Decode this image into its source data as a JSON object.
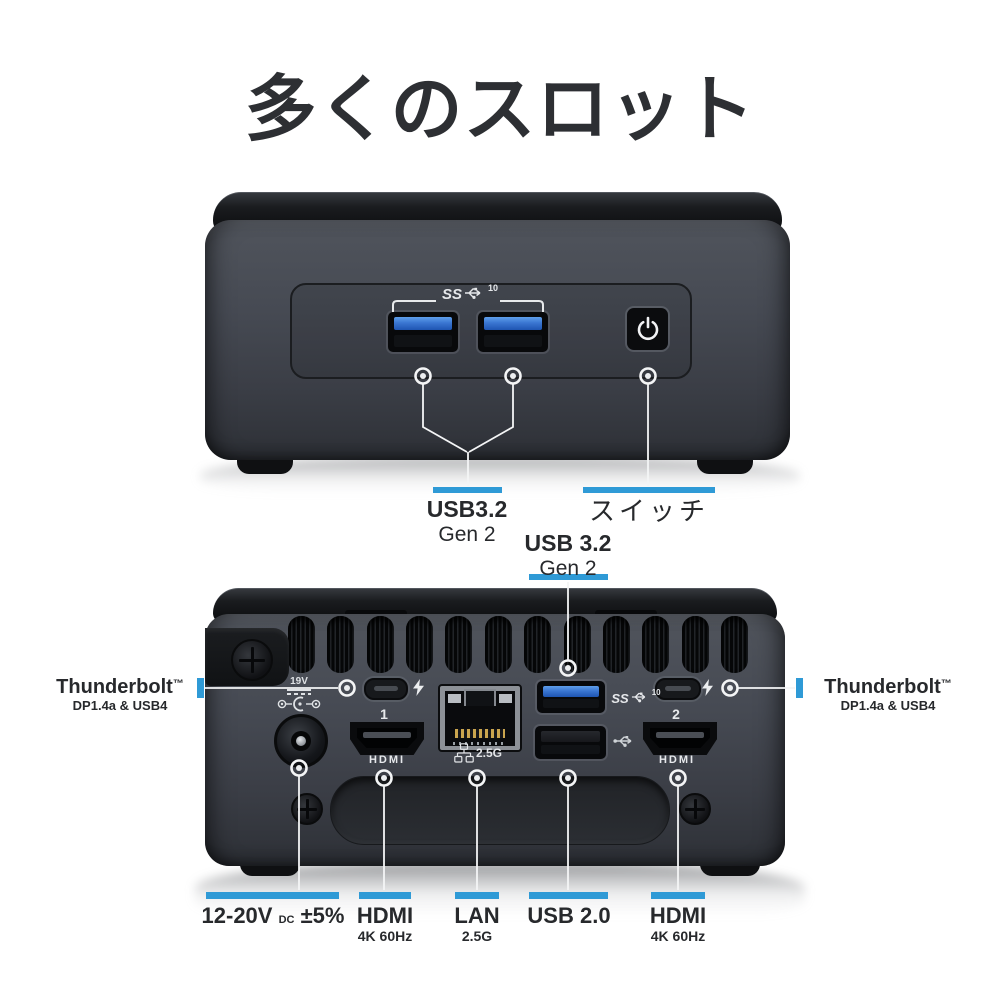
{
  "title": "多くのスロット",
  "accent_color": "#2f9ad6",
  "front": {
    "ss_logo": {
      "ss": "SS",
      "speed": "10"
    },
    "labels": {
      "usb": {
        "line1": "USB3.2",
        "line2": "Gen 2"
      },
      "switch": "スイッチ"
    }
  },
  "back": {
    "top_label": {
      "line1": "USB 3.2",
      "line2": "Gen 2"
    },
    "thunderbolt_left": {
      "name": "Thunderbolt",
      "tm": "™",
      "sub": "DP1.4a & USB4"
    },
    "thunderbolt_right": {
      "name": "Thunderbolt",
      "tm": "™",
      "sub": "DP1.4a & USB4"
    },
    "ports": {
      "dc_voltage": "19V",
      "usb_c1_num": "1",
      "usb_c2_num": "2",
      "ss": "SS",
      "speed": "10",
      "hdmi1_word": "HDMI",
      "hdmi2_word": "HDMI",
      "lan_speed": "2.5G"
    },
    "bottom_labels": {
      "power": {
        "main": "12-20V",
        "dc": "DC",
        "tol": "±5%"
      },
      "hdmi1": {
        "line1": "HDMI",
        "line2": "4K 60Hz"
      },
      "lan": {
        "line1": "LAN",
        "line2": "2.5G"
      },
      "usb20": {
        "line1": "USB 2.0"
      },
      "hdmi2": {
        "line1": "HDMI",
        "line2": "4K 60Hz"
      }
    }
  }
}
